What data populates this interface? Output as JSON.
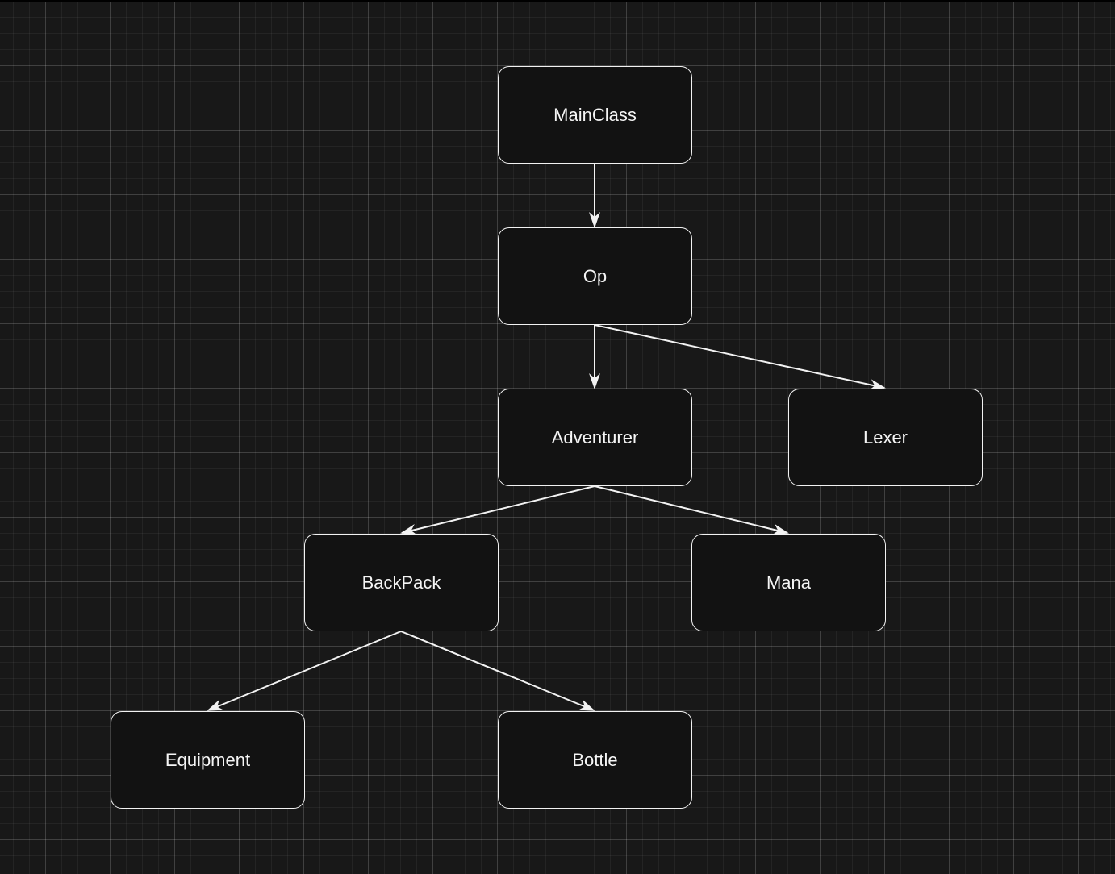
{
  "diagram": {
    "nodes": {
      "mainclass": "MainClass",
      "op": "Op",
      "adventurer": "Adventurer",
      "lexer": "Lexer",
      "backpack": "BackPack",
      "mana": "Mana",
      "equipment": "Equipment",
      "bottle": "Bottle"
    },
    "edges": [
      {
        "from": "MainClass",
        "to": "Op"
      },
      {
        "from": "Op",
        "to": "Adventurer"
      },
      {
        "from": "Op",
        "to": "Lexer"
      },
      {
        "from": "Adventurer",
        "to": "BackPack"
      },
      {
        "from": "Adventurer",
        "to": "Mana"
      },
      {
        "from": "BackPack",
        "to": "Equipment"
      },
      {
        "from": "BackPack",
        "to": "Bottle"
      }
    ]
  },
  "colors": {
    "background": "#181818",
    "node_fill": "#121212",
    "stroke": "#f2f2f2"
  }
}
